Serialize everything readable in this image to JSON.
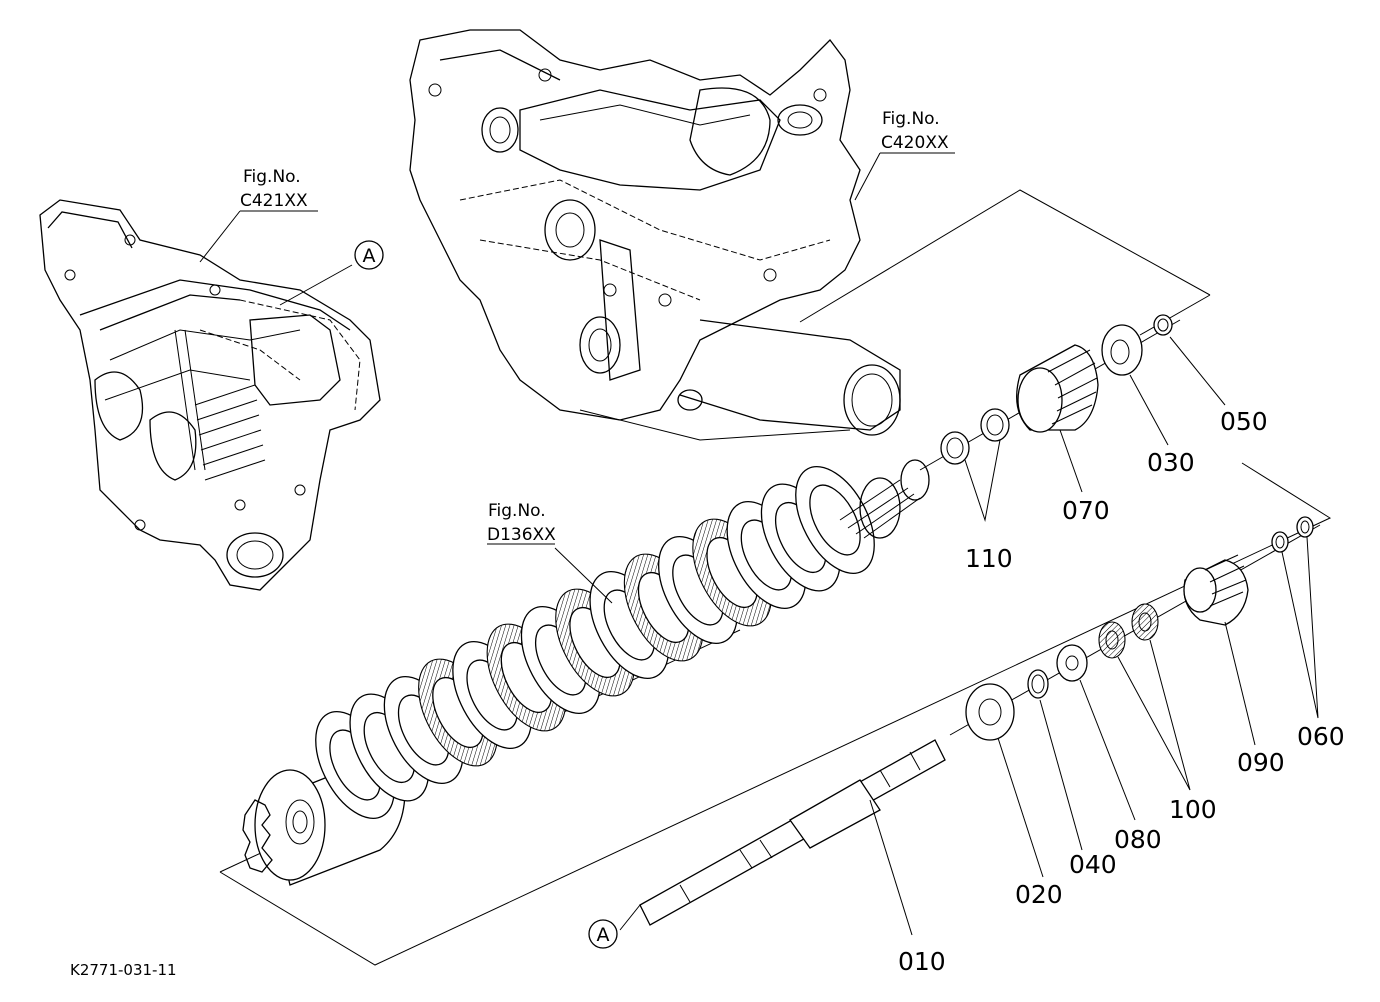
{
  "drawing_id": "K2771-031-11",
  "reference_letter": "A",
  "figure_refs": [
    {
      "id": "c421",
      "label": "Fig.No.",
      "code": "C421XX"
    },
    {
      "id": "c420",
      "label": "Fig.No.",
      "code": "C420XX"
    },
    {
      "id": "d136",
      "label": "Fig.No.",
      "code": "D136XX"
    }
  ],
  "part_numbers": {
    "p010": "010",
    "p020": "020",
    "p030": "030",
    "p040": "040",
    "p050": "050",
    "p060": "060",
    "p070": "070",
    "p080": "080",
    "p090": "090",
    "p100": "100",
    "p110": "110"
  }
}
